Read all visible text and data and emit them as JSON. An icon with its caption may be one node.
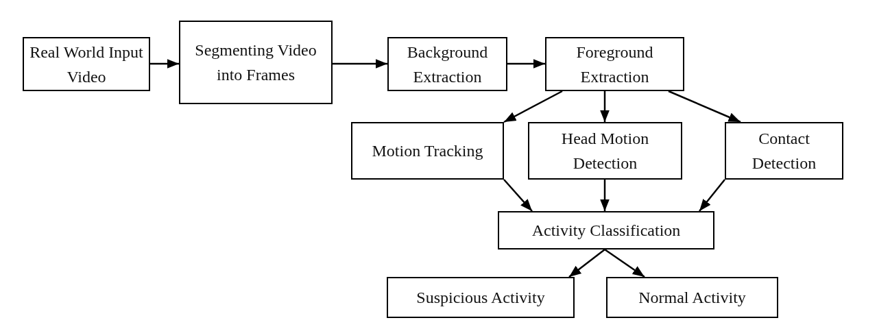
{
  "diagram": {
    "nodes": [
      {
        "text": [
          "Real World Input Video"
        ]
      },
      {
        "text": [
          "Segmenting Video into Frames"
        ]
      },
      {
        "text": [
          "Background Extraction"
        ]
      },
      {
        "text": [
          "Foreground Extraction"
        ]
      },
      {
        "text": [
          "Motion Tracking"
        ]
      },
      {
        "text": [
          "Head Motion Detection"
        ]
      },
      {
        "text": [
          "Contact Detection"
        ]
      },
      {
        "text": [
          "Activity Classification"
        ]
      },
      {
        "text": [
          "Suspicious Activity"
        ]
      },
      {
        "text": [
          "Normal Activity"
        ]
      }
    ],
    "edges": [
      {
        "from": 0,
        "to": 1,
        "arrow": "to"
      },
      {
        "from": 1,
        "to": 2,
        "arrow": "to"
      },
      {
        "from": 2,
        "to": 3,
        "arrow": "to"
      },
      {
        "from": 3,
        "to": 4,
        "arrow": "to"
      },
      {
        "from": 3,
        "to": 5,
        "arrow": "to"
      },
      {
        "from": 3,
        "to": 6,
        "arrow": "to"
      },
      {
        "from": 4,
        "to": 7,
        "arrow": "to"
      },
      {
        "from": 5,
        "to": 7,
        "arrow": "to"
      },
      {
        "from": 6,
        "to": 7,
        "arrow": "to"
      },
      {
        "from": 7,
        "to": 8,
        "arrow": "to"
      },
      {
        "from": 7,
        "to": 9,
        "arrow": "to"
      }
    ]
  }
}
